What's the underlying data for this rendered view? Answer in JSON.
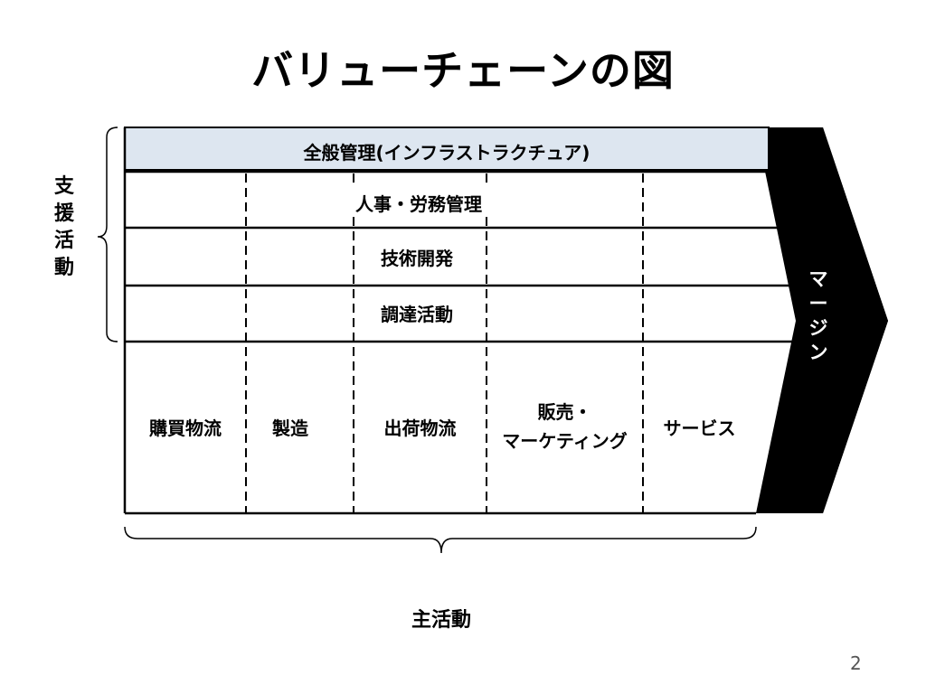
{
  "title": "バリューチェーンの図",
  "support": {
    "side_label": [
      "支",
      "援",
      "活",
      "動"
    ],
    "infrastructure": "全般管理(インフラストラクチュア)",
    "hr": "人事・労務管理",
    "tech": "技術開発",
    "procurement": "調達活動"
  },
  "primary": {
    "inbound": "購買物流",
    "operations": "製造",
    "outbound": "出荷物流",
    "marketing_line1": "販売・",
    "marketing_line2": "マーケティング",
    "service": "サービス"
  },
  "margin_label": [
    "マ",
    "ー",
    "ジ",
    "ン"
  ],
  "primary_label": "主活動",
  "page_number": "2",
  "colors": {
    "infrastructure_fill": "#dde6f0",
    "margin_fill": "#000000"
  }
}
